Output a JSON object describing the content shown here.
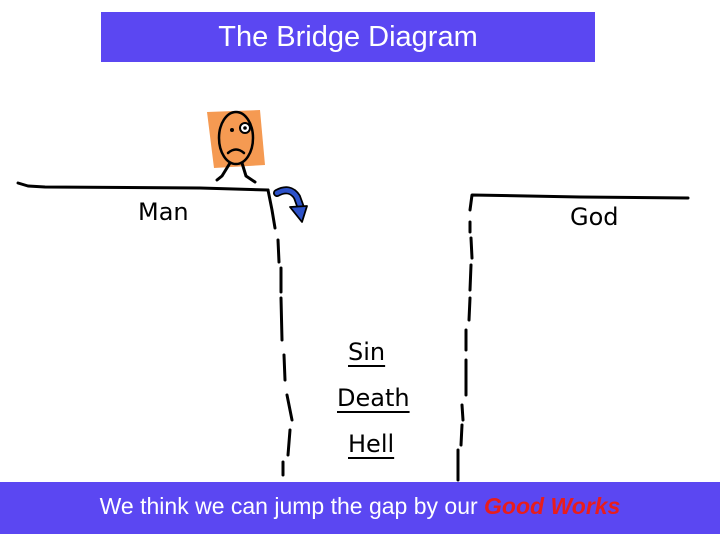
{
  "title": "The Bridge Diagram",
  "labels": {
    "man": "Man",
    "god": "God",
    "sin": "Sin",
    "death": "Death",
    "hell": "Hell"
  },
  "caption": {
    "text": "We think we can jump the gap by our ",
    "highlight": "Good Works"
  },
  "colors": {
    "banner": "#5b47f2",
    "highlight": "#e81d1d",
    "figure": "#f59a52",
    "arrow": "#2d52c9"
  },
  "icons": {
    "figure": "worried-person-icon",
    "arrow": "curved-arrow-icon"
  }
}
